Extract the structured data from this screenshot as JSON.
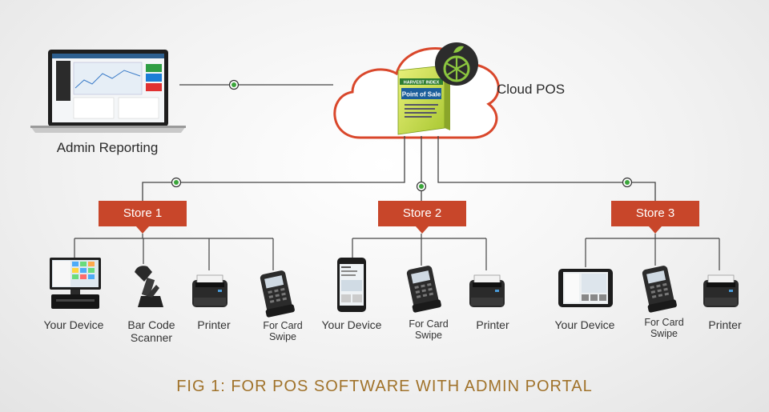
{
  "cloud": {
    "label": "Cloud POS",
    "box_brand": "HARVEST INDEX",
    "box_title": "Point of Sale",
    "logo_icon": "orange-slice-icon"
  },
  "admin": {
    "label": "Admin Reporting"
  },
  "stores": [
    {
      "label": "Store 1",
      "devices": [
        {
          "label": "Your Device",
          "icon": "pos-terminal-icon"
        },
        {
          "label": "Bar Code Scanner",
          "icon": "barcode-scanner-icon"
        },
        {
          "label": "Printer",
          "icon": "receipt-printer-icon"
        },
        {
          "label": "For Card Swipe",
          "icon": "card-reader-icon"
        }
      ]
    },
    {
      "label": "Store 2",
      "devices": [
        {
          "label": "Your Device",
          "icon": "smartphone-icon"
        },
        {
          "label": "For Card Swipe",
          "icon": "card-reader-icon"
        },
        {
          "label": "Printer",
          "icon": "receipt-printer-icon"
        }
      ]
    },
    {
      "label": "Store 3",
      "devices": [
        {
          "label": "Your Device",
          "icon": "tablet-icon"
        },
        {
          "label": "For Card Swipe",
          "icon": "card-reader-icon"
        },
        {
          "label": "Printer",
          "icon": "receipt-printer-icon"
        }
      ]
    }
  ],
  "caption": "FIG 1: FOR POS SOFTWARE WITH ADMIN PORTAL",
  "colors": {
    "store_box": "#c8462a",
    "caption": "#a0722a",
    "connector_dot": "#3aa53a",
    "line": "#444444"
  }
}
